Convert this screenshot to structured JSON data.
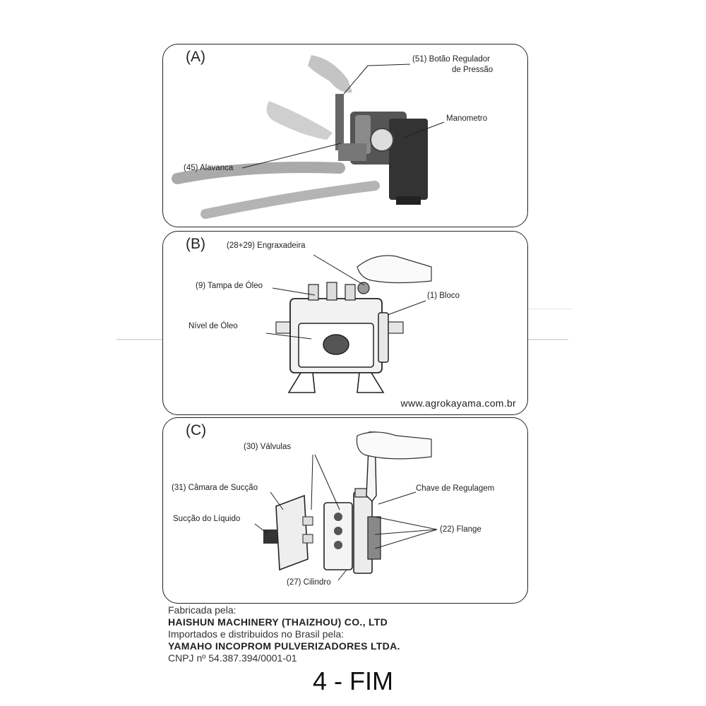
{
  "panels": {
    "a": {
      "letter": "(A)",
      "labels": {
        "botao_1": "(51) Botão Regulador",
        "botao_2": "de Pressão",
        "manometro": "Manometro",
        "alavanca": "(45) Alavanca"
      }
    },
    "b": {
      "letter": "(B)",
      "labels": {
        "engraxadeira": "(28+29)  Engraxadeira",
        "tampa": "(9) Tampa de Óleo",
        "bloco": "(1) Bloco",
        "nivel": "Nível de Óleo"
      },
      "url": "www.agrokayama.com.br"
    },
    "c": {
      "letter": "(C)",
      "labels": {
        "valvulas": "(30) Válvulas",
        "camara": "(31) Câmara de Sucção",
        "succao": "Sucção do Líquido",
        "chave": "Chave de Regulagem",
        "flange": "(22) Flange",
        "cilindro": "(27) Cilindro"
      }
    }
  },
  "footer": {
    "line1": "Fabricada pela:",
    "line2": "HAISHUN MACHINERY (THAIZHOU) CO., LTD",
    "line3": "Importados e distribuidos no Brasil pela:",
    "line4": "YAMAHO INCOPROM PULVERIZADORES LTDA.",
    "line5": "CNPJ nº 54.387.394/0001-01"
  },
  "page_number": "4  - FIM"
}
